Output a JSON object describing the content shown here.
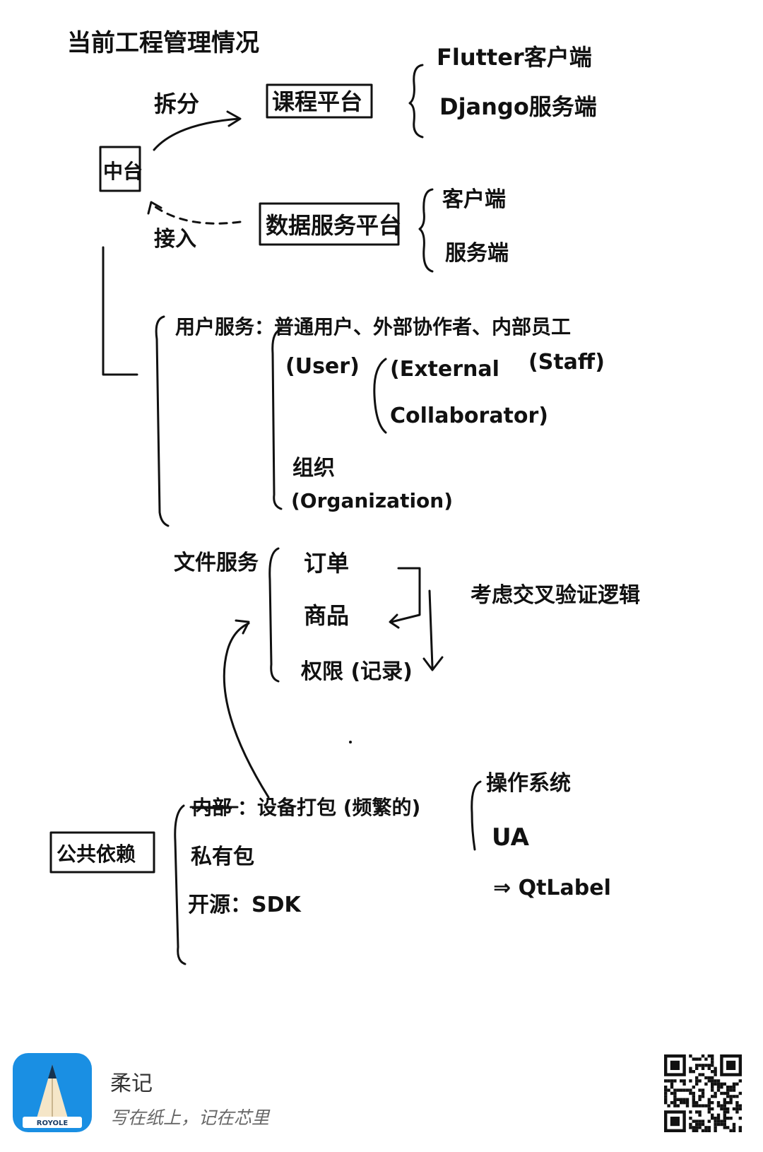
{
  "title": "当前工程管理情况",
  "top": {
    "split_label": "拆分",
    "course_platform": "课程平台",
    "course_items": [
      "Flutter客户端",
      "Django服务端"
    ],
    "middle_platform": "中台",
    "access_label": "接入",
    "data_platform": "数据服务平台",
    "data_items": [
      "客户端",
      "服务端"
    ]
  },
  "user_service": {
    "header": "用户服务：普通用户、外部协作者、内部员工",
    "user_en": "(User)",
    "external_en": "(External",
    "collaborator_en": "Collaborator)",
    "staff_en": "(Staff)",
    "org": "组织",
    "org_en": "(Organization)"
  },
  "file_service": {
    "label": "文件服务",
    "items": [
      "订单",
      "商品",
      "权限 (记录)"
    ],
    "note": "考虑交叉验证逻辑"
  },
  "public_deps": {
    "label": "公共依赖",
    "internal_struck": "内部",
    "internal_rest": "：设备打包 (频繁的)",
    "private": "私有包",
    "open_source": "开源：SDK",
    "os_items": [
      "操作系统",
      "UA"
    ],
    "arrow_result": "⇒ QtLabel"
  },
  "footer": {
    "app_name": "柔记",
    "slogan": "写在纸上，记在芯里",
    "brand": "ROYOLE"
  }
}
